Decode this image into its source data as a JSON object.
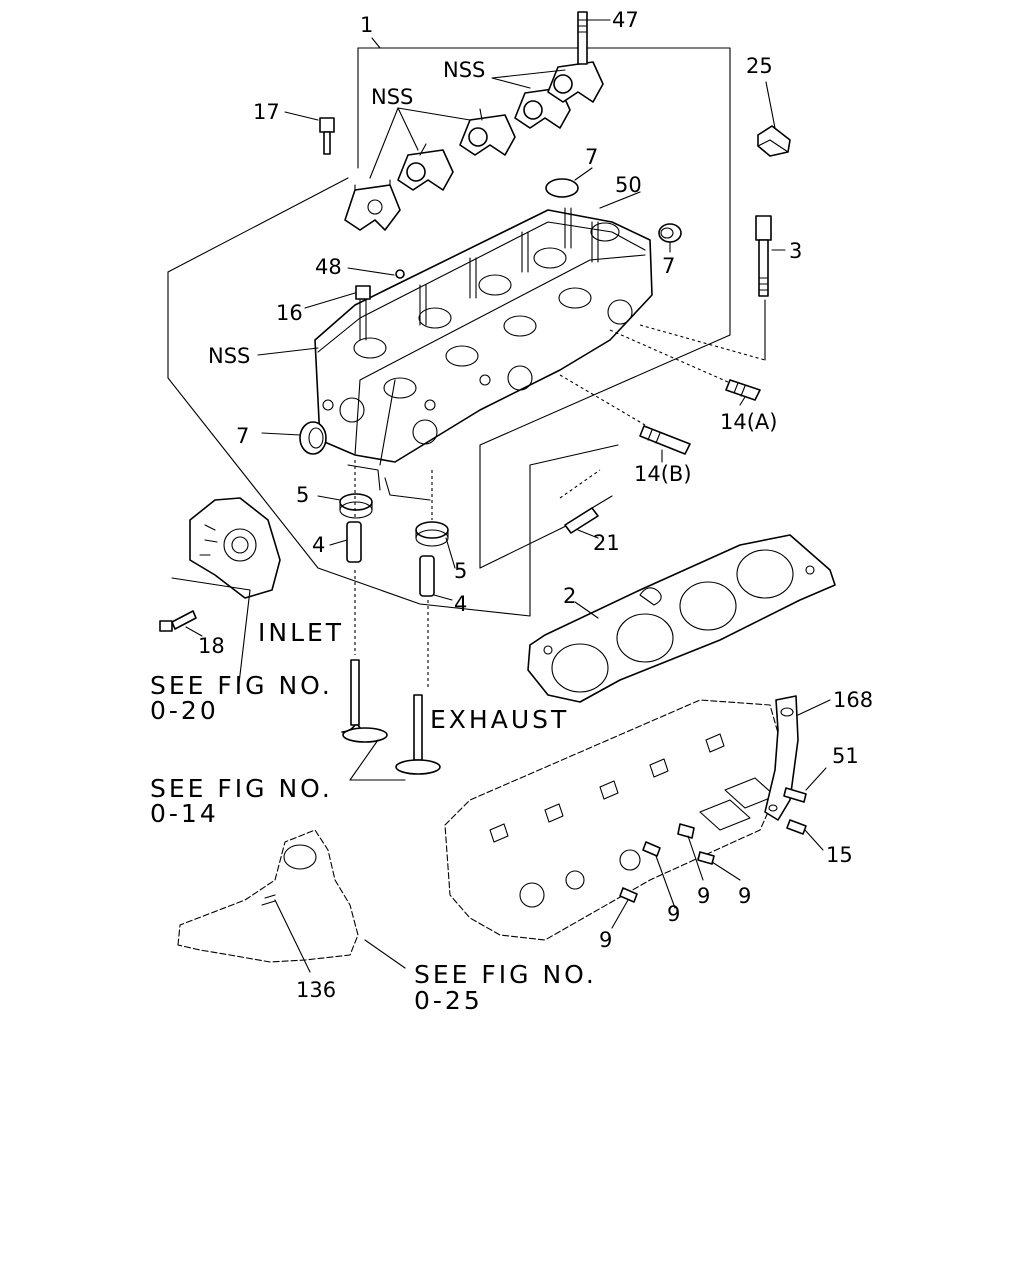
{
  "callouts": {
    "c1": "1",
    "c47": "47",
    "c25": "25",
    "c17": "17",
    "c7a": "7",
    "c50": "50",
    "c7b": "7",
    "c3": "3",
    "c48": "48",
    "c16": "16",
    "cnss_top": "NSS",
    "cnss_left": "NSS",
    "cnss_cyl": "NSS",
    "c14a": "14(A)",
    "c7c": "7",
    "c14b": "14(B)",
    "c5a": "5",
    "c4a": "4",
    "c21": "21",
    "c5b": "5",
    "c4b": "4",
    "c2": "2",
    "c18": "18",
    "c168": "168",
    "c51": "51",
    "c15": "15",
    "c9a": "9",
    "c9b": "9",
    "c9c": "9",
    "c9d": "9",
    "c136": "136"
  },
  "notes": {
    "inlet": "INLET",
    "exhaust": "EXHAUST",
    "see_020_a": "SEE FIG NO.",
    "see_020_b": "0-20",
    "see_014_a": "SEE FIG NO.",
    "see_014_b": "0-14",
    "see_025_a": "SEE FIG NO.",
    "see_025_b": "0-25"
  }
}
